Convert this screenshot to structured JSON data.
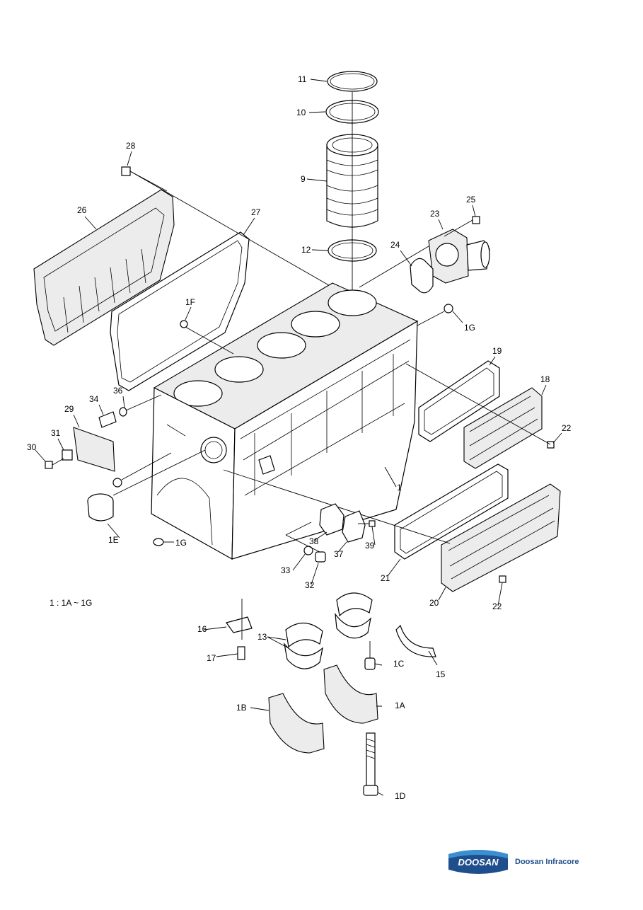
{
  "labels": {
    "p11": "11",
    "p10": "10",
    "p9": "9",
    "p12": "12",
    "p28": "28",
    "p26": "26",
    "p27": "27",
    "p25": "25",
    "p23": "23",
    "p24": "24",
    "p1F": "1F",
    "p1G_top": "1G",
    "p19": "19",
    "p18": "18",
    "p22_top": "22",
    "p36": "36",
    "p34": "34",
    "p29": "29",
    "p31": "31",
    "p30": "30",
    "p1E": "1E",
    "p1G_bottom": "1G",
    "p1": "1",
    "p38": "38",
    "p37": "37",
    "p39": "39",
    "p33": "33",
    "p32": "32",
    "p21": "21",
    "p20": "20",
    "p22_bottom": "22",
    "p16": "16",
    "p13": "13",
    "p17": "17",
    "p15": "15",
    "p1C": "1C",
    "p1A": "1A",
    "p1B": "1B",
    "p1D": "1D"
  },
  "note": "1 : 1A ~ 1G",
  "brand": {
    "logo": "DOOSAN",
    "name": "Doosan Infracore",
    "color": "#1f4e8c"
  }
}
